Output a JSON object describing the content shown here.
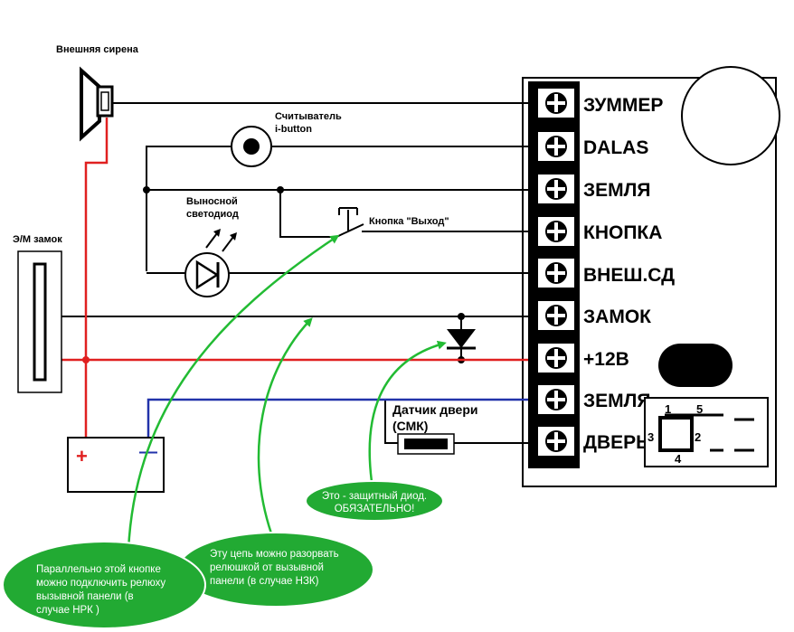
{
  "labels": {
    "siren": "Внешняя сирена",
    "reader_line1": "Считыватель",
    "reader_line2": "i-button",
    "led_line1": "Выносной",
    "led_line2": "светодиод",
    "exit_button": "Кнопка \"Выход\"",
    "lock": "Э/М замок",
    "door_sensor_line1": "Датчик двери",
    "door_sensor_line2": "(СМК)",
    "battery_plus": "+",
    "battery_minus": "—"
  },
  "terminals": [
    "ЗУММЕР",
    "DALAS",
    "ЗЕМЛЯ",
    "КНОПКА",
    "ВНЕШ.СД",
    "ЗАМОК",
    "+12В",
    "ЗЕМЛЯ",
    "ДВЕРЬ"
  ],
  "jumper": {
    "pin1": "1",
    "pin2": "2",
    "pin3": "3",
    "pin4": "4",
    "pin5": "5"
  },
  "notes": {
    "diode": [
      "Это - защитный диод.",
      "ОБЯЗАТЕЛЬНО!"
    ],
    "relay_nc": [
      "Эту цепь можно разорвать",
      "релюшкой от вызывной",
      "панели (в случае НЗК)"
    ],
    "relay_no": [
      "Параллельно этой кнопке",
      "можно подключить релюху",
      "вызывной панели (в",
      "случае НРК )"
    ]
  },
  "colors": {
    "wire": "#000000",
    "positive": "#e02020",
    "negative": "#2233aa",
    "callout": "#22bb33",
    "callout_fill": "#22aa33"
  }
}
